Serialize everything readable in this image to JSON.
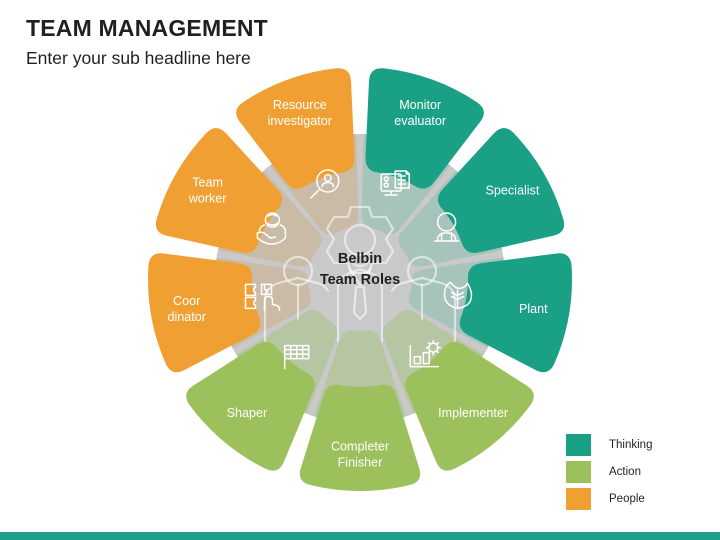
{
  "header": {
    "title": "TEAM MANAGEMENT",
    "subtitle": "Enter your sub headline here"
  },
  "center": {
    "line1": "Belbin",
    "line2": "Team Roles",
    "watermark_icon": "gear-people-watermark-icon"
  },
  "colors": {
    "thinking": "#19A085",
    "action": "#9BC05C",
    "people": "#F0A032",
    "hub_gray": "#C9C9C9",
    "sector_thinking": "#A7C4BC",
    "sector_action": "#B7C6A2",
    "sector_people": "#C9BBA6",
    "text_dark": "#231f20",
    "bottom_bar": "#1FA088"
  },
  "wheel": {
    "petals": [
      {
        "label_lines": [
          "Monitor",
          "evaluator"
        ],
        "category": "thinking",
        "icon": "monitor-checklist-icon",
        "angle": -70
      },
      {
        "label_lines": [
          "Specialist"
        ],
        "category": "thinking",
        "icon": "person-badge-icon",
        "angle": -30
      },
      {
        "label_lines": [
          "Plant"
        ],
        "category": "thinking",
        "icon": "leaf-icon",
        "angle": 10
      },
      {
        "label_lines": [
          "Implementer"
        ],
        "category": "action",
        "icon": "gear-chart-icon",
        "angle": 50
      },
      {
        "label_lines": [
          "Completer",
          "Finisher"
        ],
        "category": "action",
        "icon": "",
        "angle": 90
      },
      {
        "label_lines": [
          "Shaper"
        ],
        "category": "action",
        "icon": "checkered-flag-icon",
        "angle": 130
      },
      {
        "label_lines": [
          "Coor",
          "dinator"
        ],
        "category": "people",
        "icon": "puzzle-hand-icon",
        "angle": 170
      },
      {
        "label_lines": [
          "Team",
          "worker"
        ],
        "category": "people",
        "icon": "hands-team-icon",
        "angle": 210
      },
      {
        "label_lines": [
          "Resource",
          "investigator"
        ],
        "category": "people",
        "icon": "magnifier-person-icon",
        "angle": 250
      }
    ]
  },
  "legend": {
    "items": [
      {
        "label": "Thinking",
        "color_key": "thinking"
      },
      {
        "label": "Action",
        "color_key": "action"
      },
      {
        "label": "People",
        "color_key": "people"
      }
    ]
  }
}
